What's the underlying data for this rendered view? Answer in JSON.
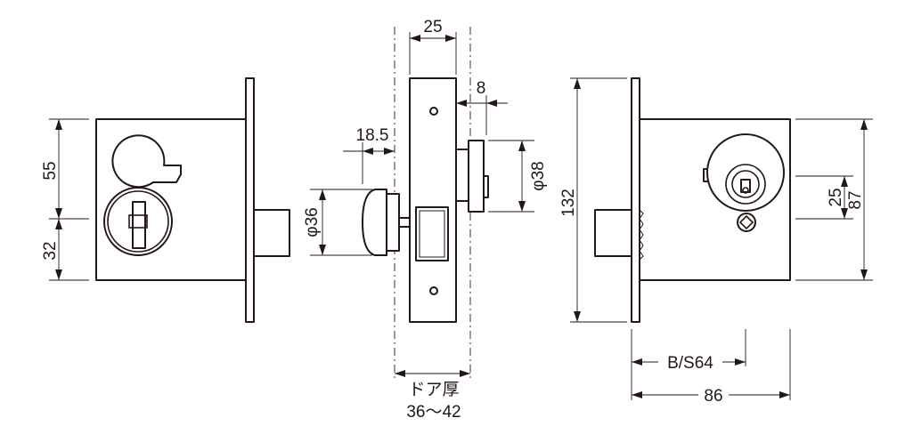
{
  "dimensions": {
    "width_55": "55",
    "width_32": "32",
    "face_25": "25",
    "offset_8": "8",
    "offset_18_5": "18.5",
    "dia_38": "φ38",
    "dia_36": "φ36",
    "height_132": "132",
    "height_25": "25",
    "height_87": "87",
    "backset": "B/S64",
    "length_86": "86",
    "door_thickness_label": "ドア厚",
    "door_thickness_range": "36〜42"
  }
}
